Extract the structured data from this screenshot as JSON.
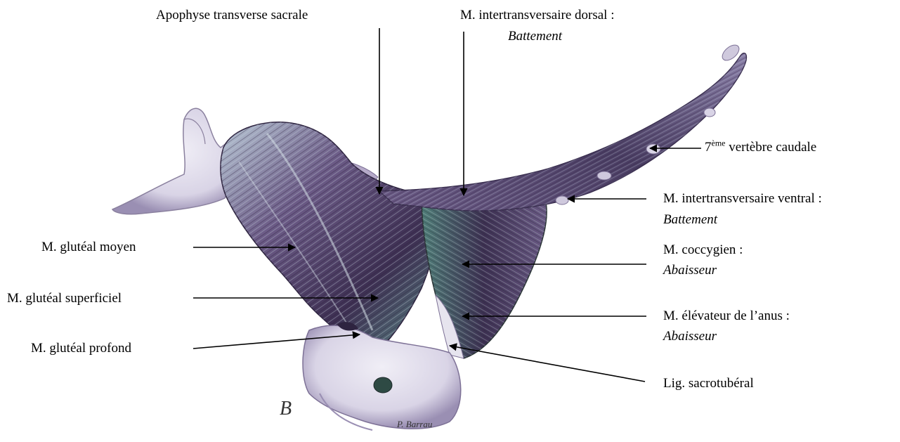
{
  "labels": {
    "apophyse_transverse_sacrale": "Apophyse transverse sacrale",
    "intertransversaire_dorsal": "M. intertransversaire dorsal :",
    "intertransversaire_dorsal_fn": "Battement",
    "vertebre_num": "7",
    "vertebre_sup": "ème",
    "vertebre_text": " vertèbre caudale",
    "intertransversaire_ventral": "M. intertransversaire ventral :",
    "intertransversaire_ventral_fn": "Battement",
    "gluteal_moyen": "M. glutéal moyen",
    "coccygien": "M. coccygien :",
    "coccygien_fn": "Abaisseur",
    "gluteal_superficiel": "M. glutéal  superficiel",
    "elevateur_anus": "M. élévateur de l’anus :",
    "elevateur_anus_fn": "Abaisseur",
    "gluteal_profond": "M. glutéal profond",
    "lig_sacrotuberal": "Lig. sacrotubéral"
  },
  "plate": {
    "letter": "B",
    "signature": "P. Barrau"
  },
  "colors": {
    "muscle_dark": "#3d2f52",
    "muscle_mid": "#6b5a86",
    "muscle_teal": "#5b8a86",
    "bone": "#d9d4e6",
    "bone_shadow": "#9a8fb3"
  }
}
